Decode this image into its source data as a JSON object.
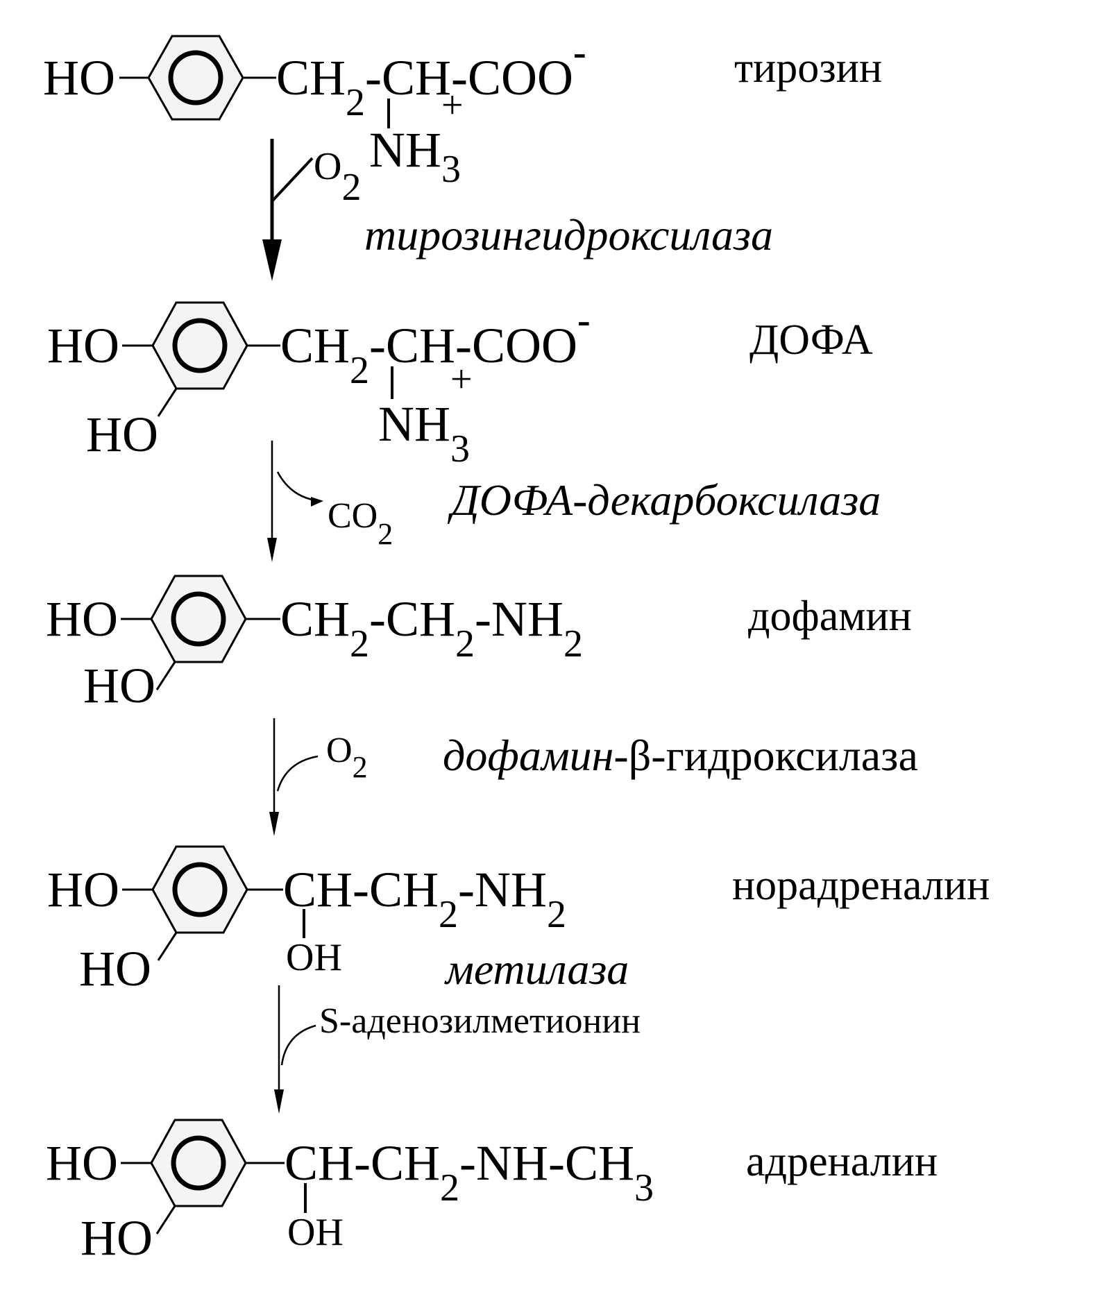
{
  "compounds": [
    {
      "name": "тирозин",
      "ring_substituent_top": "HO",
      "side_chain": [
        "CH",
        "2",
        "-CH-COO",
        "-"
      ],
      "amine": [
        "NH",
        "3",
        "+"
      ]
    },
    {
      "name": "ДОФА",
      "ring_substituent_top": "HO",
      "ring_substituent_bottom": "HO",
      "side_chain": [
        "CH",
        "2",
        "-CH-COO",
        "-"
      ],
      "amine": [
        "NH",
        "3",
        "+"
      ]
    },
    {
      "name": "дофамин",
      "ring_substituent_top": "HO",
      "ring_substituent_bottom": "HO",
      "side_chain": [
        "CH",
        "2",
        "-CH",
        "2",
        "-NH",
        "2"
      ]
    },
    {
      "name": "норадреналин",
      "ring_substituent_top": "HO",
      "ring_substituent_bottom": "HO",
      "side_chain": [
        "CH-CH",
        "2",
        "-NH",
        "2"
      ],
      "hydroxyl": "OH"
    },
    {
      "name": "адреналин",
      "ring_substituent_top": "HO",
      "ring_substituent_bottom": "HO",
      "side_chain": [
        "CH-CH",
        "2",
        "-NH-CH",
        "3"
      ],
      "hydroxyl": "OH"
    }
  ],
  "reactions": [
    {
      "enzyme": "тирозингидроксилаза",
      "cofactor": "O",
      "cofactor_sub": "2"
    },
    {
      "enzyme": "ДОФА-декарбоксилаза",
      "cofactor": "CO",
      "cofactor_sub": "2"
    },
    {
      "enzyme_italic": "дофамин",
      "enzyme_normal": "-β-гидроксилаза",
      "cofactor": "O",
      "cofactor_sub": "2"
    },
    {
      "enzyme": "метилаза",
      "cofactor": "S-аденозилметионин"
    }
  ]
}
